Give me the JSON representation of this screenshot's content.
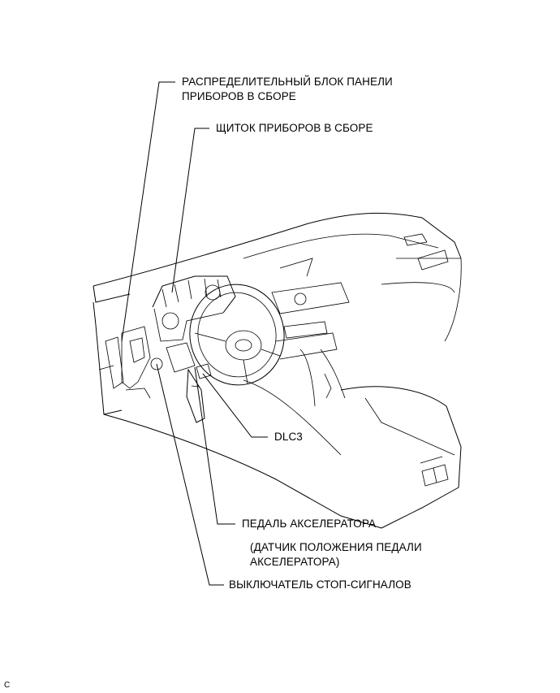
{
  "labels": {
    "junction_block": [
      "РАСПРЕДЕЛИТЕЛЬНЫЙ БЛОК ПАНЕЛИ",
      "ПРИБОРОВ В СБОРЕ"
    ],
    "meter": "ЩИТОК ПРИБОРОВ В СБОРЕ",
    "dlc3": "DLC3",
    "accel_pedal": "ПЕДАЛЬ АКСЕЛЕРАТОРА",
    "pedal_sensor": [
      "(ДАТЧИК ПОЛОЖЕНИЯ ПЕДАЛИ",
      "АКСЕЛЕРАТОРА)"
    ],
    "stop_switch": "ВЫКЛЮЧАТЕЛЬ СТОП-СИГНАЛОВ"
  },
  "corner_code": "C"
}
